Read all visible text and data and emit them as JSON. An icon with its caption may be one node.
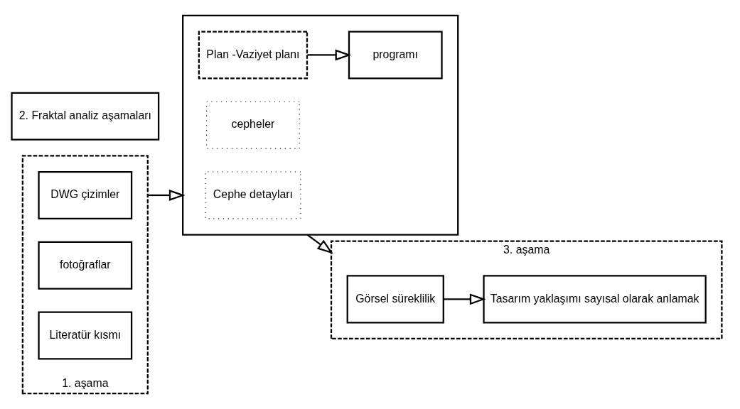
{
  "diagram": {
    "nodes": [
      {
        "text": [
          "1. aşama"
        ]
      },
      {
        "text": [
          "DWG çizimler"
        ],
        "in": 0
      },
      {
        "text": [
          "fotoğraflar"
        ],
        "in": 0
      },
      {
        "text": [
          "Literatür kısmı"
        ],
        "in": 0
      },
      {
        "text": [
          "2. Fraktal analiz aşamaları"
        ]
      },
      {
        "text": [],
        "shape": "box"
      },
      {
        "text": [
          "Cephe detayları"
        ],
        "in": 5
      },
      {
        "text": [
          "cepheler"
        ],
        "in": 5
      },
      {
        "text": [
          "Plan -Vaziyet planı"
        ],
        "in": 5
      },
      {
        "text": [
          "programı"
        ],
        "in": 5
      },
      {
        "text": [
          "3. aşama"
        ]
      },
      {
        "text": [
          "Görsel süreklilik"
        ],
        "in": 10
      },
      {
        "text": [
          "Tasarım yaklaşımı sayısal olarak anlamak"
        ],
        "in": 10
      }
    ],
    "edges": [
      {
        "from": 0,
        "to": 5,
        "arrow": "to"
      },
      {
        "from": 8,
        "to": 9,
        "arrow": "to"
      },
      {
        "from": 5,
        "to": 10,
        "arrow": "to"
      },
      {
        "from": 11,
        "to": 12,
        "arrow": "to"
      }
    ]
  }
}
